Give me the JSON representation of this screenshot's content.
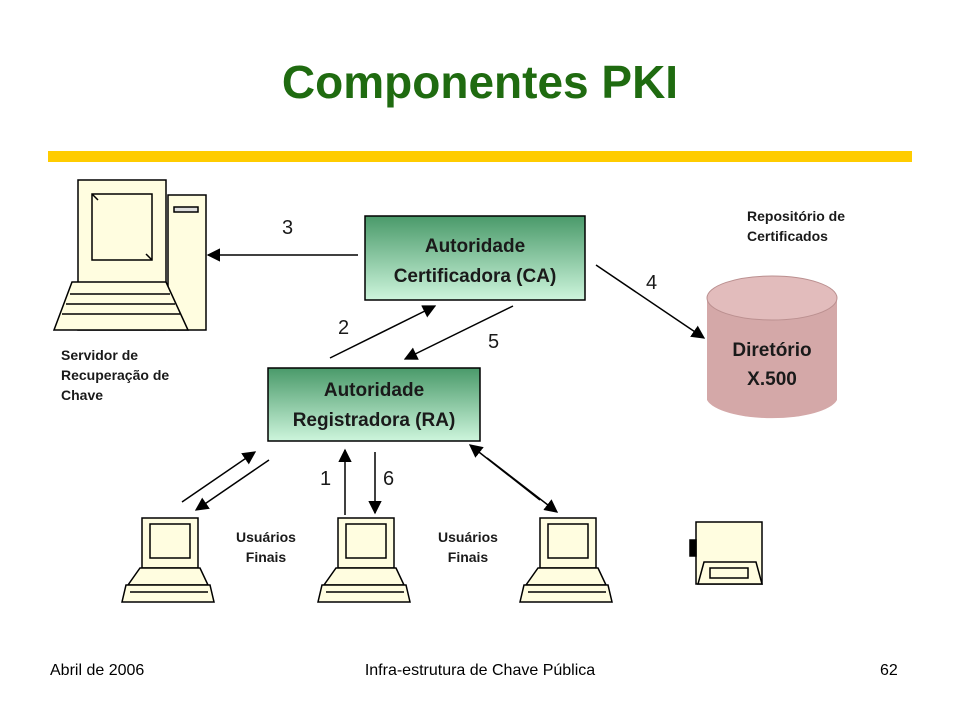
{
  "title": "Componentes PKI",
  "colors": {
    "title": "#1f6b10",
    "rule": "#ffcc00",
    "box_top": "#4a9a6a",
    "box_bottom": "#cdf5dc",
    "cylinder": "#d4a8a8"
  },
  "nodes": {
    "ca": {
      "line1": "Autoridade",
      "line2": "Certificadora (CA)"
    },
    "ra": {
      "line1": "Autoridade",
      "line2": "Registradora (RA)"
    },
    "directory": {
      "line1": "Diretório",
      "line2": "X.500"
    },
    "repository_label": [
      "Repositório de",
      "Certificados"
    ],
    "recovery_label": [
      "Servidor de",
      "Recuperação de",
      "Chave"
    ],
    "users_left": [
      "Usuários",
      "Finais"
    ],
    "users_right": [
      "Usuários",
      "Finais"
    ]
  },
  "steps": {
    "s1": "1",
    "s2": "2",
    "s3": "3",
    "s4": "4",
    "s5": "5",
    "s6": "6"
  },
  "icons": [
    "server-computer-icon",
    "workstation-icon",
    "printer-icon"
  ],
  "footer": {
    "date": "Abril de 2006",
    "course": "Infra-estrutura de Chave Pública",
    "page": "62"
  }
}
